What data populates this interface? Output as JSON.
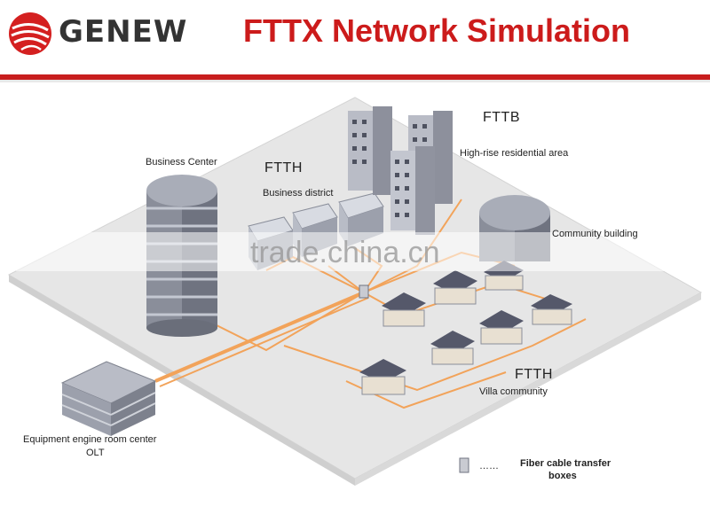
{
  "header": {
    "logo_text": "GENEW",
    "title": "FTTX Network Simulation"
  },
  "labels": {
    "business_center": "Business Center",
    "fttb": "FTTB",
    "high_rise": "High-rise residential area",
    "ftth_business": "FTTH",
    "business_district": "Business district",
    "community_building": "Community building",
    "ftth_villa": "FTTH",
    "villa_community": "Villa community",
    "olt_line1": "Equipment engine room center",
    "olt_line2": "OLT",
    "legend_dots": "……",
    "legend_line1": "Fiber cable transfer",
    "legend_line2": "boxes"
  },
  "watermark": "trade.china.cn",
  "colors": {
    "brand_red": "#cc1b1b",
    "fiber_orange": "#f2a35a",
    "ground": "#e4e4e4",
    "roof": "#55586a"
  }
}
